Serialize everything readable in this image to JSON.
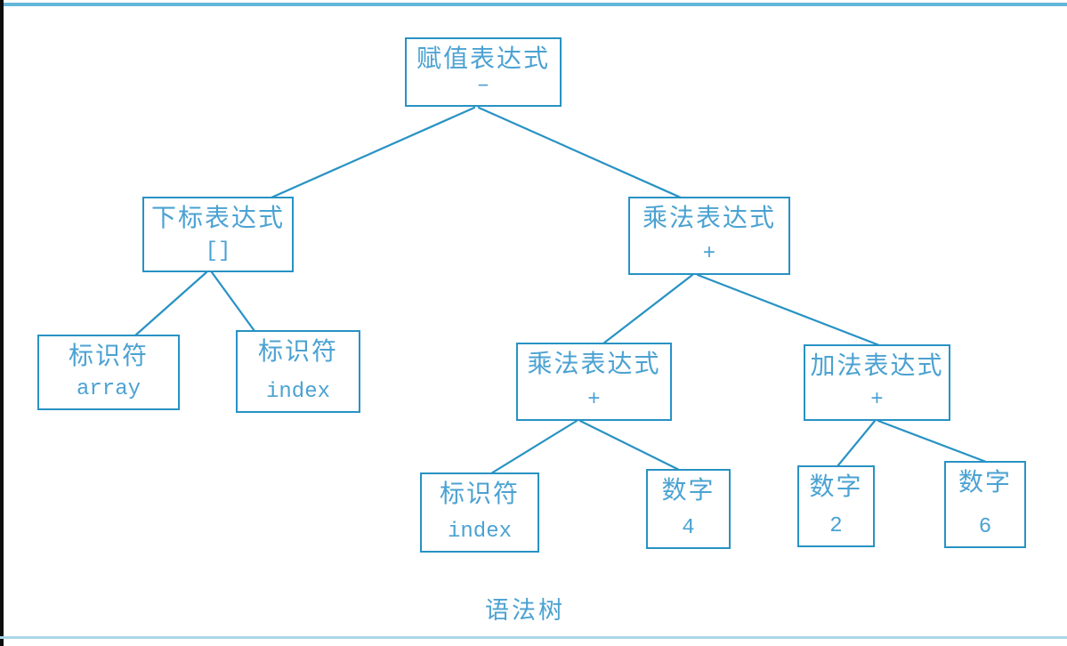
{
  "diagram": {
    "caption": "语法树",
    "colors": {
      "node_border": "#2892c4",
      "node_text": "#4ba2d2",
      "edge": "#2892c4",
      "frame_top": "#63b8da",
      "frame_bottom": "#abd7e9",
      "frame_left": "#0d0d0d",
      "background": "#ffffff"
    },
    "nodes": [
      {
        "label": "赋值表达式",
        "value": "–"
      },
      {
        "label": "下标表达式",
        "value": "[]"
      },
      {
        "label": "乘法表达式",
        "value": "+"
      },
      {
        "label": "标识符",
        "value": "array"
      },
      {
        "label": "标识符",
        "value": "index"
      },
      {
        "label": "乘法表达式",
        "value": "+"
      },
      {
        "label": "加法表达式",
        "value": "+"
      },
      {
        "label": "标识符",
        "value": "index"
      },
      {
        "label": "数字",
        "value": "4"
      },
      {
        "label": "数字",
        "value": "2"
      },
      {
        "label": "数字",
        "value": "6"
      }
    ]
  }
}
